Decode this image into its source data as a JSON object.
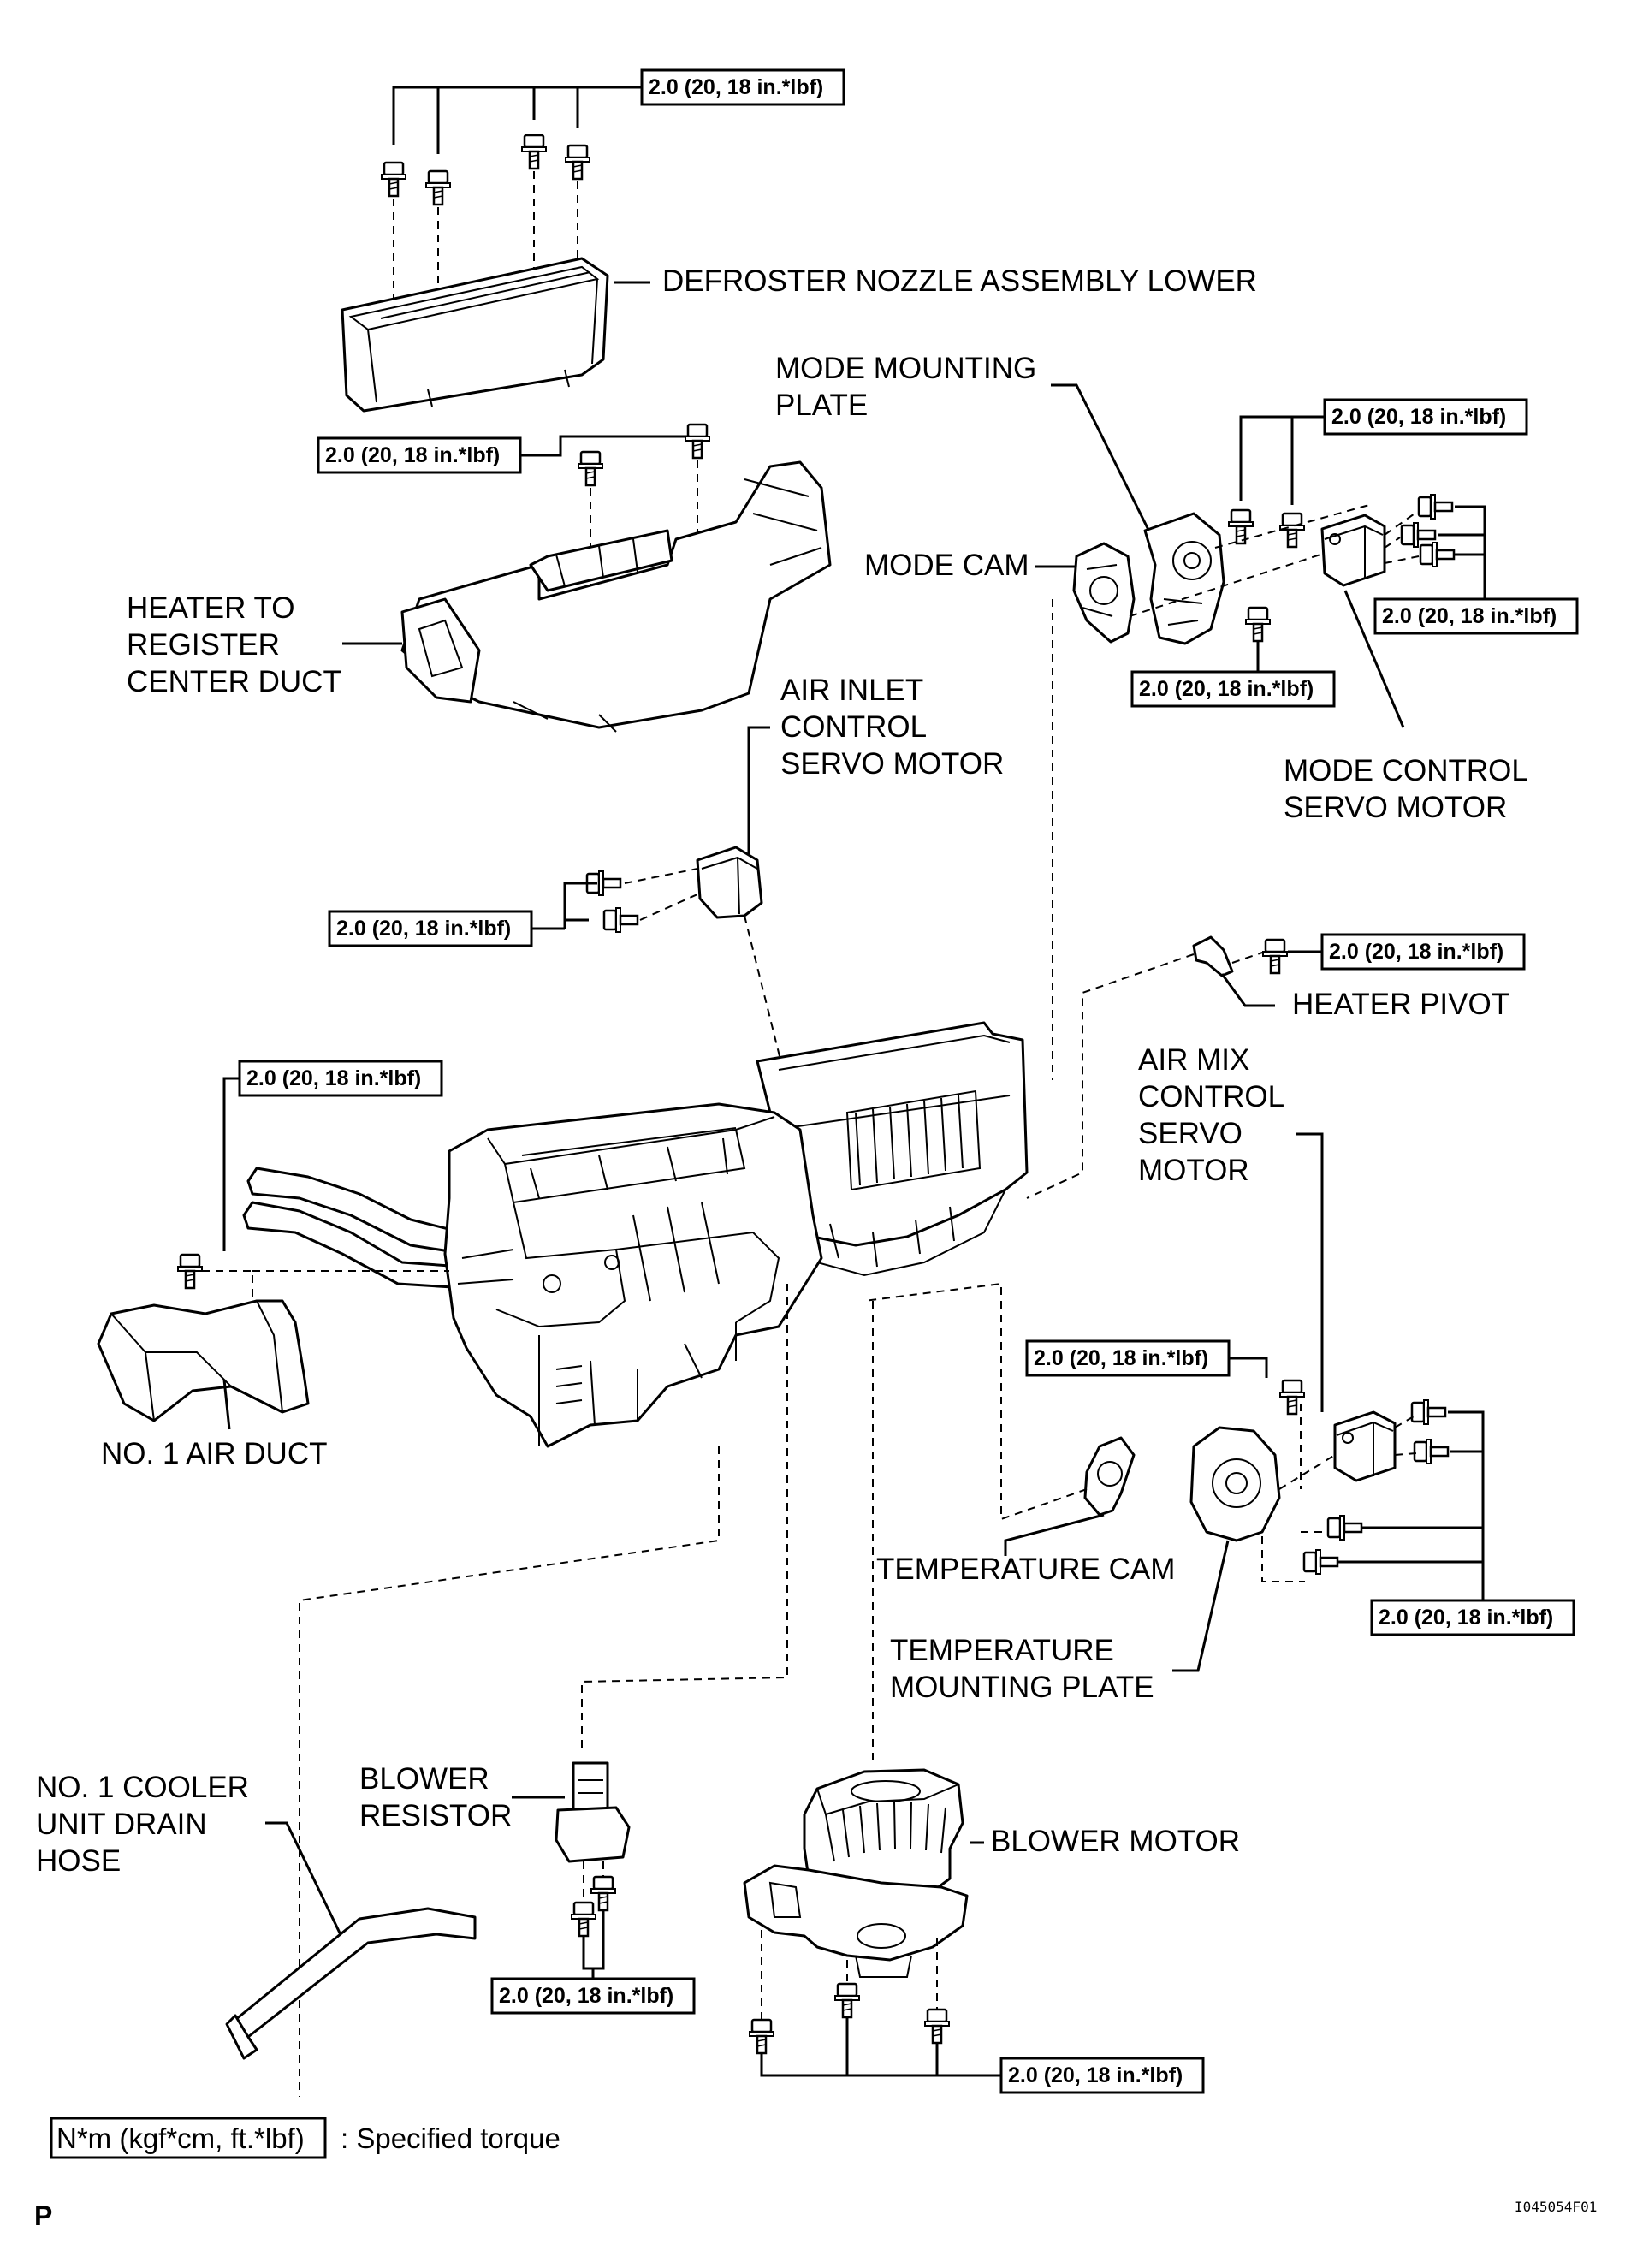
{
  "torque_spec": "2.0 (20, 18 in.*lbf)",
  "labels": {
    "defroster_nozzle": "DEFROSTER NOZZLE ASSEMBLY LOWER",
    "mode_mounting_plate": [
      "MODE MOUNTING",
      "PLATE"
    ],
    "mode_cam": "MODE CAM",
    "heater_to_register": [
      "HEATER TO",
      "REGISTER",
      "CENTER DUCT"
    ],
    "air_inlet_servo": [
      "AIR INLET",
      "CONTROL",
      "SERVO MOTOR"
    ],
    "mode_control_servo": [
      "MODE CONTROL",
      "SERVO MOTOR"
    ],
    "heater_pivot": "HEATER PIVOT",
    "air_mix_servo": [
      "AIR MIX",
      "CONTROL",
      "SERVO",
      "MOTOR"
    ],
    "no1_air_duct": "NO. 1 AIR DUCT",
    "temperature_cam": "TEMPERATURE CAM",
    "temperature_mounting_plate": [
      "TEMPERATURE",
      "MOUNTING PLATE"
    ],
    "no1_cooler_drain": [
      "NO. 1 COOLER",
      "UNIT DRAIN",
      "HOSE"
    ],
    "blower_resistor": [
      "BLOWER",
      "RESISTOR"
    ],
    "blower_motor": "BLOWER MOTOR"
  },
  "legend": {
    "unit_box": "N*m (kgf*cm, ft.*lbf)",
    "description": ": Specified torque"
  },
  "footer": {
    "page_letter": "P",
    "figure_id": "I045054F01"
  }
}
